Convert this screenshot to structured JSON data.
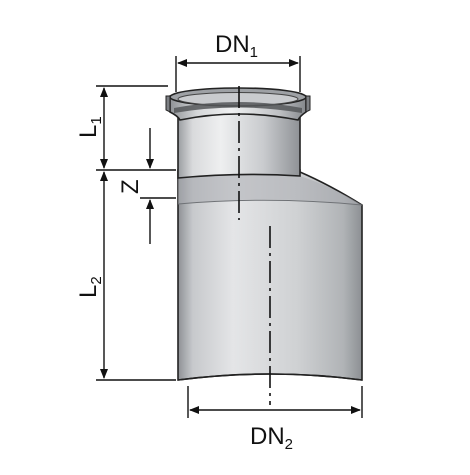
{
  "labels": {
    "dn1": {
      "main": "DN",
      "sub": "1"
    },
    "dn2": {
      "main": "DN",
      "sub": "2"
    },
    "l1": {
      "main": "L",
      "sub": "1"
    },
    "l2": {
      "main": "L",
      "sub": "2"
    },
    "z": {
      "main": "Z"
    }
  },
  "colors": {
    "pipe_fill": "#c4c6c9",
    "pipe_light": "#e6e7e9",
    "pipe_dark": "#8a8d91",
    "outline": "#222222",
    "dimension_line": "#111111"
  }
}
